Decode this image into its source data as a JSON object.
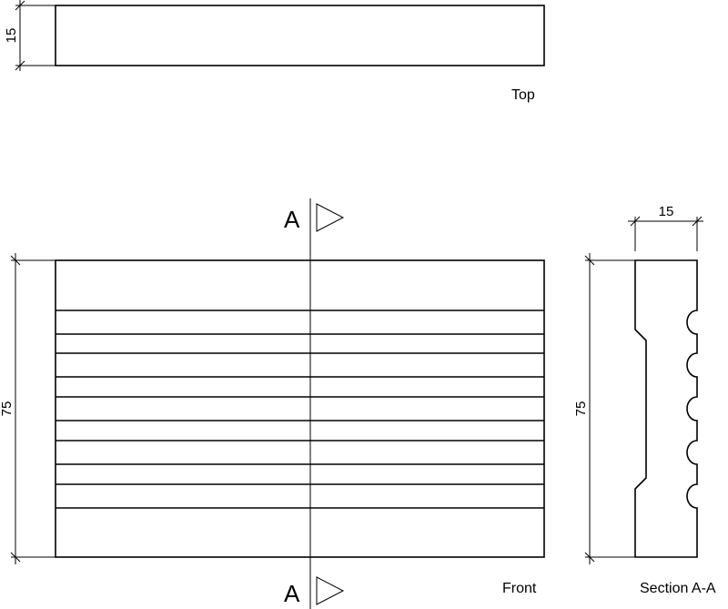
{
  "views": {
    "top": {
      "label": "Top",
      "dim_thickness": "15"
    },
    "front": {
      "label": "Front",
      "dim_height": "75"
    },
    "section": {
      "label": "Section A-A",
      "dim_height": "75",
      "dim_width": "15"
    }
  },
  "cut": {
    "marker_top": "A",
    "marker_bottom": "A"
  }
}
